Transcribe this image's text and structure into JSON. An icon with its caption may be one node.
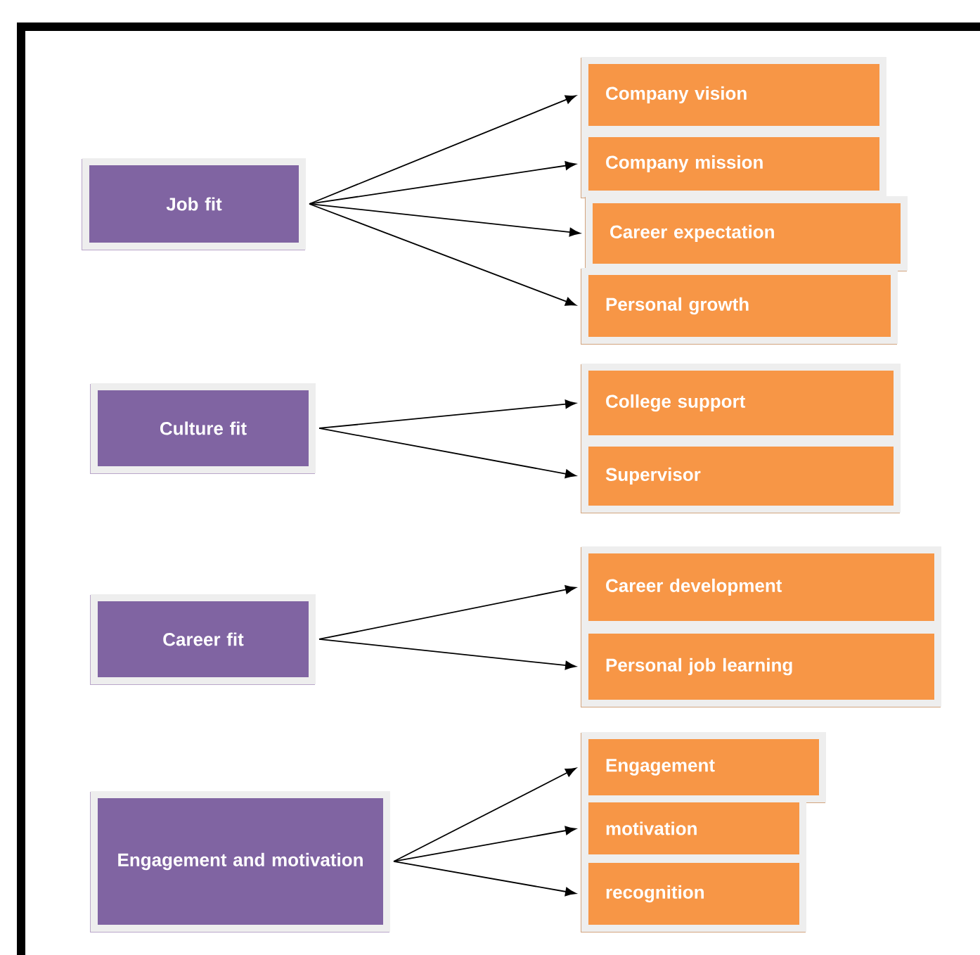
{
  "diagram": {
    "nodes": [
      {
        "text": [
          "Job fit"
        ]
      },
      {
        "text": [
          "Company vision"
        ]
      },
      {
        "text": [
          "Company mission"
        ]
      },
      {
        "text": [
          "Career expectation"
        ]
      },
      {
        "text": [
          "Personal growth"
        ]
      },
      {
        "text": [
          "Culture fit"
        ]
      },
      {
        "text": [
          "College support"
        ]
      },
      {
        "text": [
          "Supervisor"
        ]
      },
      {
        "text": [
          "Career fit"
        ]
      },
      {
        "text": [
          "Career development"
        ]
      },
      {
        "text": [
          "Personal job learning"
        ]
      },
      {
        "text": [
          "Engagement and motivation"
        ]
      },
      {
        "text": [
          "Engagement"
        ]
      },
      {
        "text": [
          "motivation"
        ]
      },
      {
        "text": [
          "recognition"
        ]
      }
    ],
    "edges": [
      {
        "from": 0,
        "to": 1,
        "arrow": "to"
      },
      {
        "from": 0,
        "to": 2,
        "arrow": "to"
      },
      {
        "from": 0,
        "to": 3,
        "arrow": "to"
      },
      {
        "from": 0,
        "to": 4,
        "arrow": "to"
      },
      {
        "from": 5,
        "to": 6,
        "arrow": "to"
      },
      {
        "from": 5,
        "to": 7,
        "arrow": "to"
      },
      {
        "from": 8,
        "to": 9,
        "arrow": "to"
      },
      {
        "from": 8,
        "to": 10,
        "arrow": "to"
      },
      {
        "from": 11,
        "to": 12,
        "arrow": "to"
      },
      {
        "from": 11,
        "to": 13,
        "arrow": "to"
      },
      {
        "from": 11,
        "to": 14,
        "arrow": "to"
      }
    ]
  }
}
